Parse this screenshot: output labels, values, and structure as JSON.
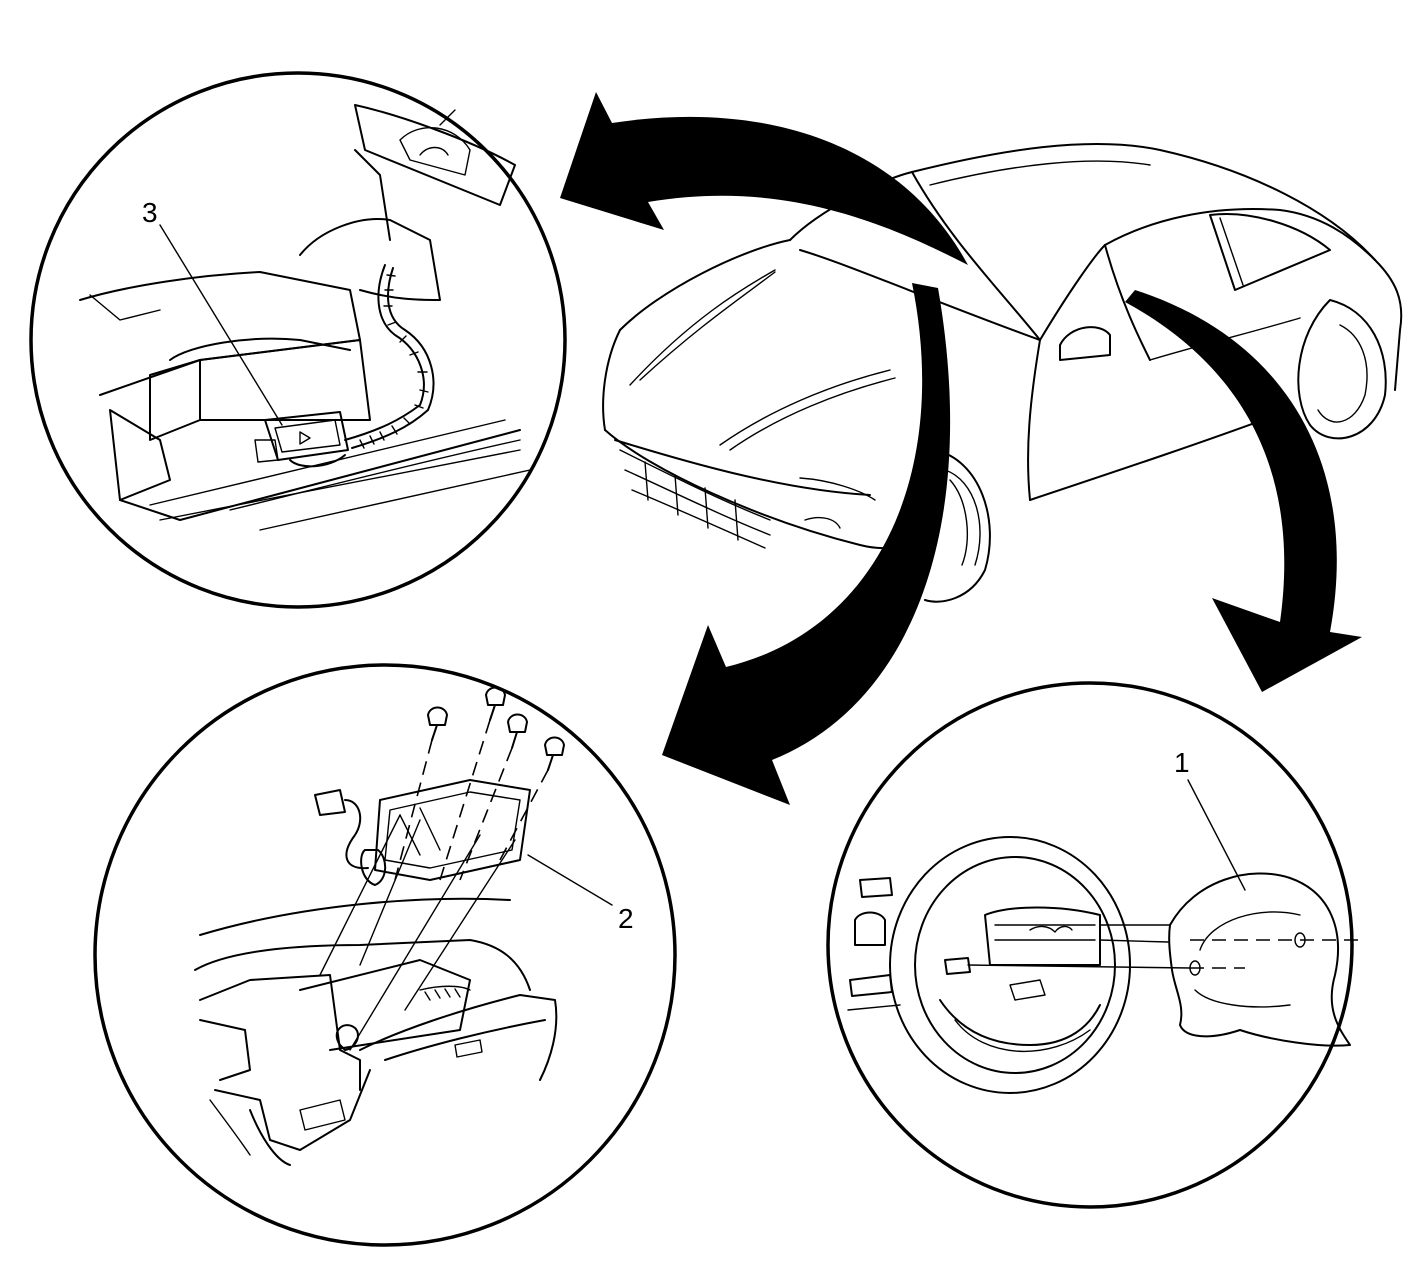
{
  "callouts": {
    "one": "1",
    "two": "2",
    "three": "3"
  },
  "icons": {
    "car": "car-overview-icon",
    "sensor": "sensing-module-icon",
    "passenger_module": "passenger-airbag-module-icon",
    "steering_wheel": "steering-wheel-airbag-icon"
  },
  "colors": {
    "ink": "#000000",
    "paper": "#ffffff"
  }
}
